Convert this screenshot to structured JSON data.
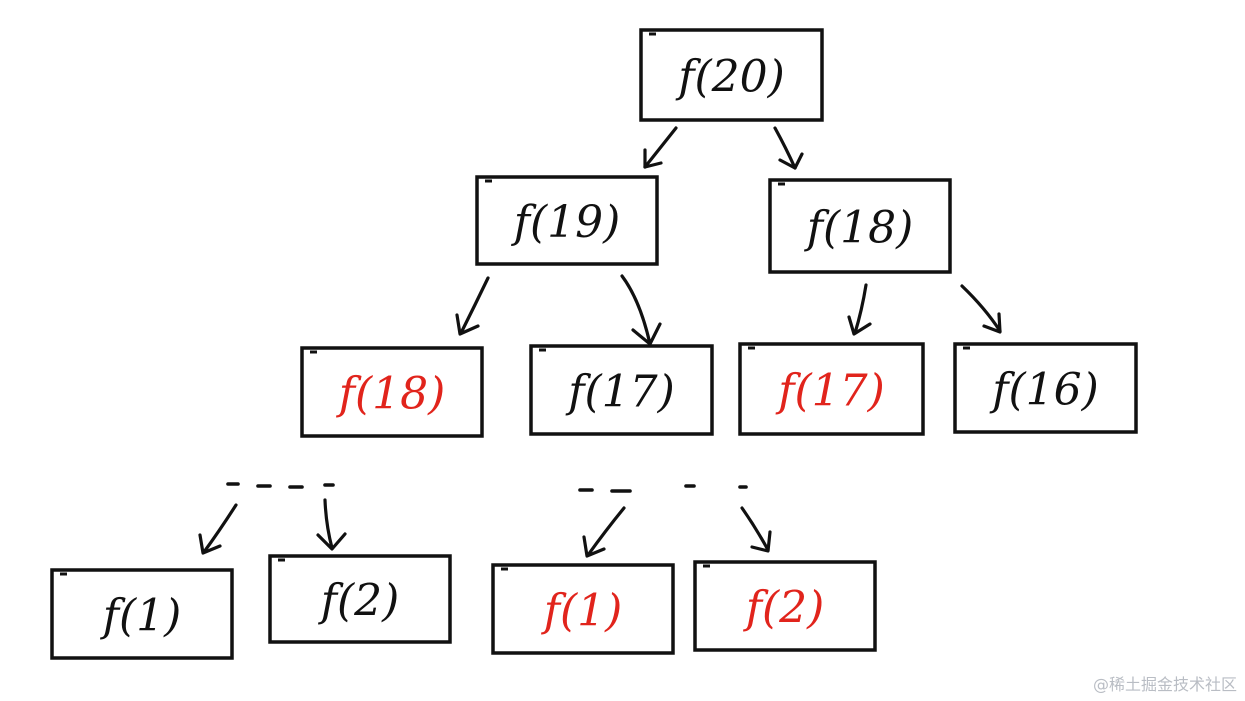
{
  "colors": {
    "black_node": "#111111",
    "repeated_node": "#e1241c"
  },
  "tree": {
    "nodes": [
      {
        "id": "n20",
        "label": "f(20)",
        "color": "black"
      },
      {
        "id": "n19",
        "label": "f(19)",
        "color": "black"
      },
      {
        "id": "n18a",
        "label": "f(18)",
        "color": "black"
      },
      {
        "id": "n18b",
        "label": "f(18)",
        "color": "red"
      },
      {
        "id": "n17a",
        "label": "f(17)",
        "color": "black"
      },
      {
        "id": "n17b",
        "label": "f(17)",
        "color": "red"
      },
      {
        "id": "n16",
        "label": "f(16)",
        "color": "black"
      },
      {
        "id": "n1a",
        "label": "f(1)",
        "color": "black"
      },
      {
        "id": "n2a",
        "label": "f(2)",
        "color": "black"
      },
      {
        "id": "n1b",
        "label": "f(1)",
        "color": "red"
      },
      {
        "id": "n2b",
        "label": "f(2)",
        "color": "red"
      }
    ],
    "edges": [
      [
        "n20",
        "n19"
      ],
      [
        "n20",
        "n18a"
      ],
      [
        "n19",
        "n18b"
      ],
      [
        "n19",
        "n17a"
      ],
      [
        "n18a",
        "n17b"
      ],
      [
        "n18a",
        "n16"
      ]
    ]
  },
  "watermark": "@稀土掘金技术社区"
}
